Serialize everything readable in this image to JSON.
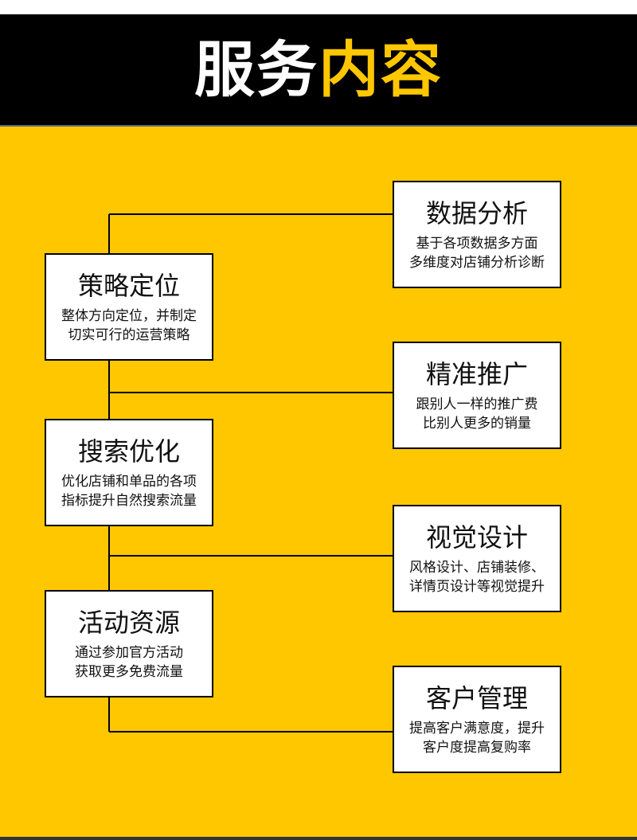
{
  "header": {
    "title_white": "服务",
    "title_yellow": "内容"
  },
  "colors": {
    "header_bg": "#000000",
    "accent": "#ffc700",
    "box_bg": "#ffffff",
    "line": "#000000"
  },
  "left_boxes": [
    {
      "title": "策略定位",
      "lines": [
        "整体方向定位，并制定",
        "切实可行的运营策略"
      ]
    },
    {
      "title": "搜索优化",
      "lines": [
        "优化店铺和单品的各项",
        "指标提升自然搜索流量"
      ]
    },
    {
      "title": "活动资源",
      "lines": [
        "通过参加官方活动",
        "获取更多免费流量"
      ]
    }
  ],
  "right_boxes": [
    {
      "title": "数据分析",
      "lines": [
        "基于各项数据多方面",
        "多维度对店铺分析诊断"
      ]
    },
    {
      "title": "精准推广",
      "lines": [
        "跟别人一样的推广费",
        "比别人更多的销量"
      ]
    },
    {
      "title": "视觉设计",
      "lines": [
        "风格设计、店铺装修、",
        "详情页设计等视觉提升"
      ]
    },
    {
      "title": "客户管理",
      "lines": [
        "提高客户满意度，提升",
        "客户度提高复购率"
      ]
    }
  ]
}
